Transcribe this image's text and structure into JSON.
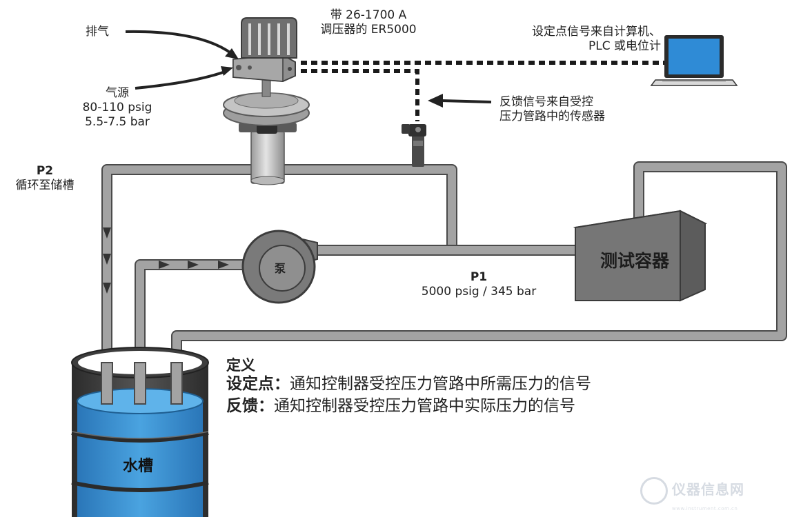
{
  "labels": {
    "exhaust": "排气",
    "regulator_line1": "带 26-1700 A",
    "regulator_line2": "调压器的 ER5000",
    "setpoint_source_line1": "设定点信号来自计算机、",
    "setpoint_source_line2": "PLC 或电位计",
    "air_supply_title": "气源",
    "air_supply_psig": "80-110 psig",
    "air_supply_bar": "5.5-7.5 bar",
    "feedback_line1": "反馈信号来自受控",
    "feedback_line2": "压力管路中的传感器",
    "p2_title": "P2",
    "p2_desc": "循环至储槽",
    "p1_title": "P1",
    "p1_desc": "5000 psig / 345 bar",
    "pump": "泵",
    "test_vessel": "测试容器",
    "tank": "水槽"
  },
  "definitions": {
    "title": "定义",
    "setpoint_term": "设定点：",
    "setpoint_text": "通知控制器受控压力管路中所需压力的信号",
    "feedback_term": "反馈：",
    "feedback_text": "通知控制器受控压力管路中实际压力的信号"
  },
  "watermark": {
    "text": "仪器信息网",
    "sub": "www.instrument.com.cn"
  },
  "colors": {
    "pipe": "#9b9b9b",
    "water": "#3a8fd0",
    "tank_shell": "#3d3d3d",
    "vessel": "#6a6a6a",
    "pump": "#777777",
    "signal_line": "#1a1a1a",
    "laptop_screen": "#2f8bd6"
  }
}
